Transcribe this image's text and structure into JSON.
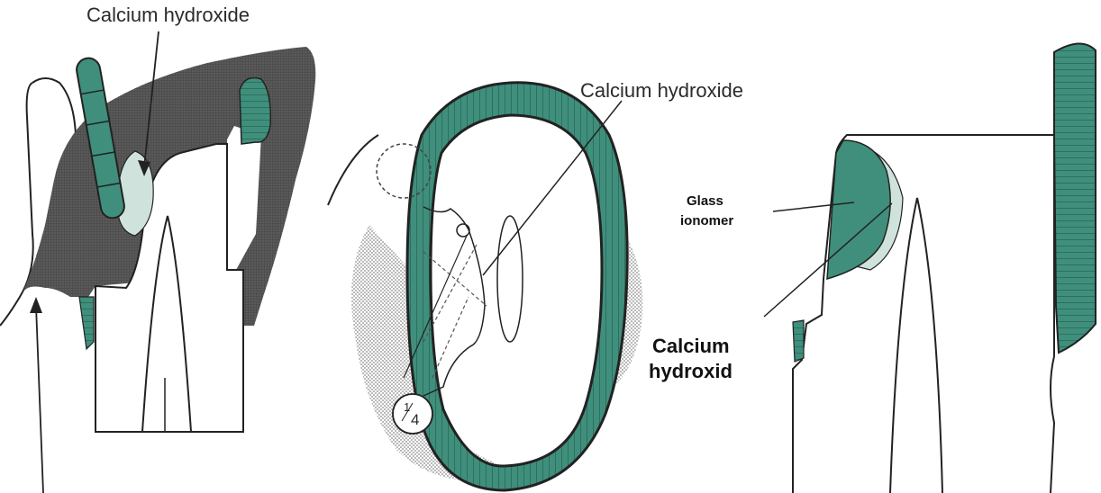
{
  "figure": {
    "panels": [
      {
        "name": "left-panel",
        "labels": {
          "calcium_hydroxide": "Calcium hydroxide"
        }
      },
      {
        "name": "middle-panel",
        "labels": {
          "calcium_hydroxide": "Calcium hydroxide",
          "fraction_numerator": "1",
          "fraction_denominator": "4",
          "calcium_hydroxid_line1": "Calcium",
          "calcium_hydroxid_line2": "hydroxid"
        }
      },
      {
        "name": "right-panel",
        "labels": {
          "glass_ionomer_line1": "Glass",
          "glass_ionomer_line2": "ionomer"
        }
      }
    ],
    "colors": {
      "teal_enamel": "#3f8f7c",
      "dark_filling": "#555555",
      "stipple": "#8a8a8a",
      "light_liner": "#cfe3dc",
      "outline": "#222222"
    }
  }
}
